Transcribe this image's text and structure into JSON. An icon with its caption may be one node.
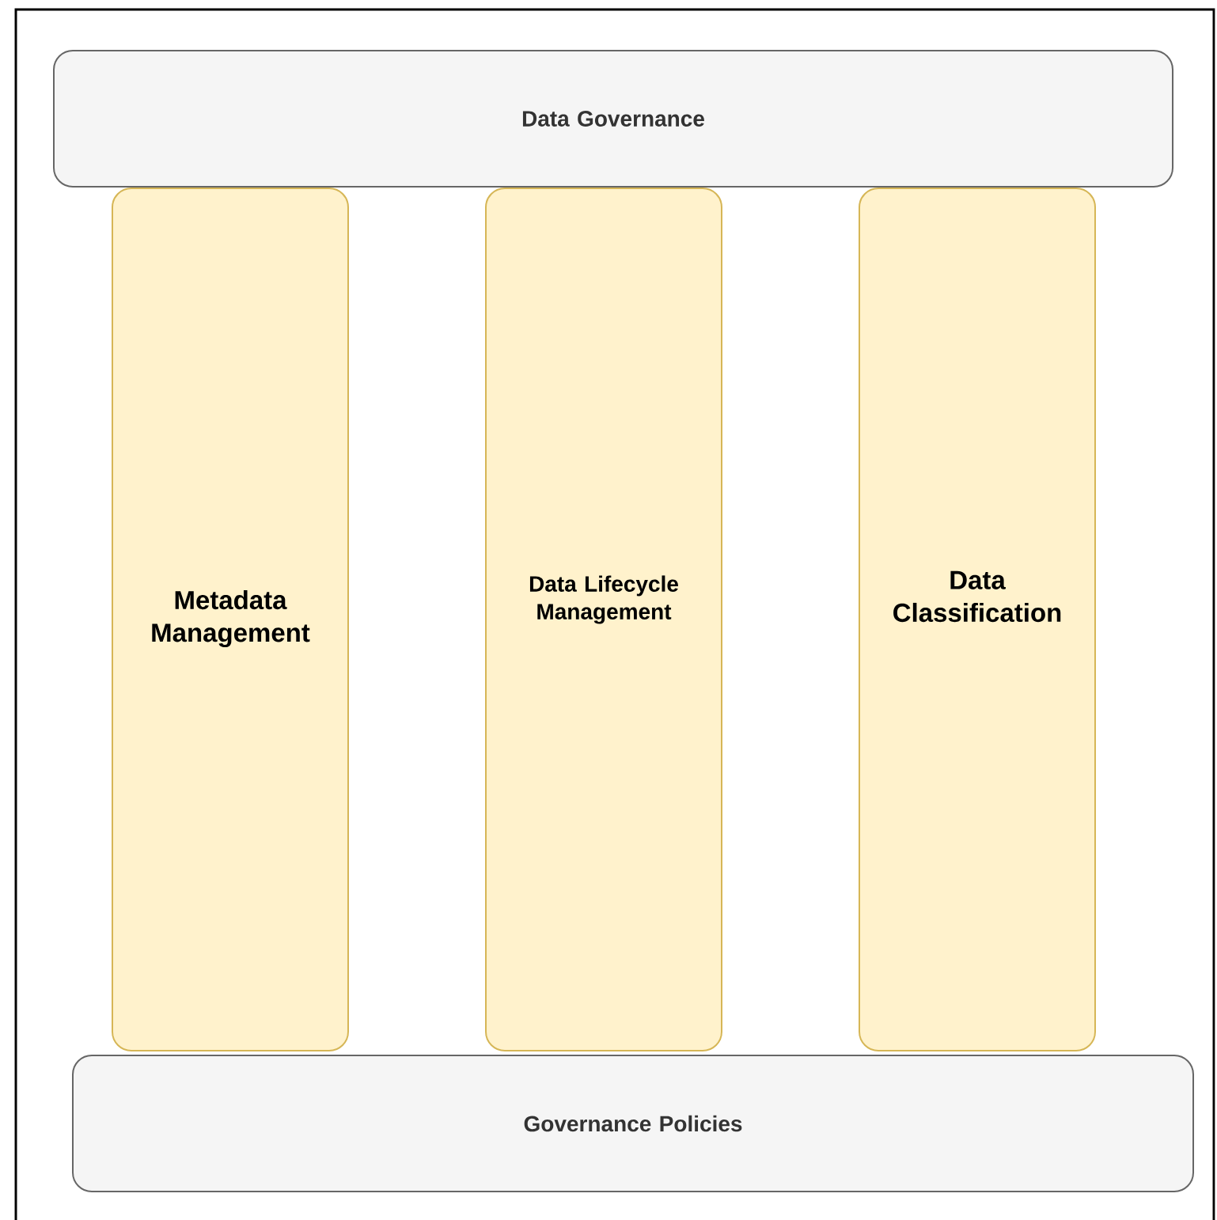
{
  "diagram": {
    "nodes": [
      {
        "text": [
          "Data Governance"
        ]
      },
      {
        "text": [
          "Metadata Management"
        ]
      },
      {
        "text": [
          "Data Lifecycle Management"
        ]
      },
      {
        "text": [
          "Data Classification"
        ]
      },
      {
        "text": [
          "Governance Policies"
        ]
      }
    ]
  }
}
